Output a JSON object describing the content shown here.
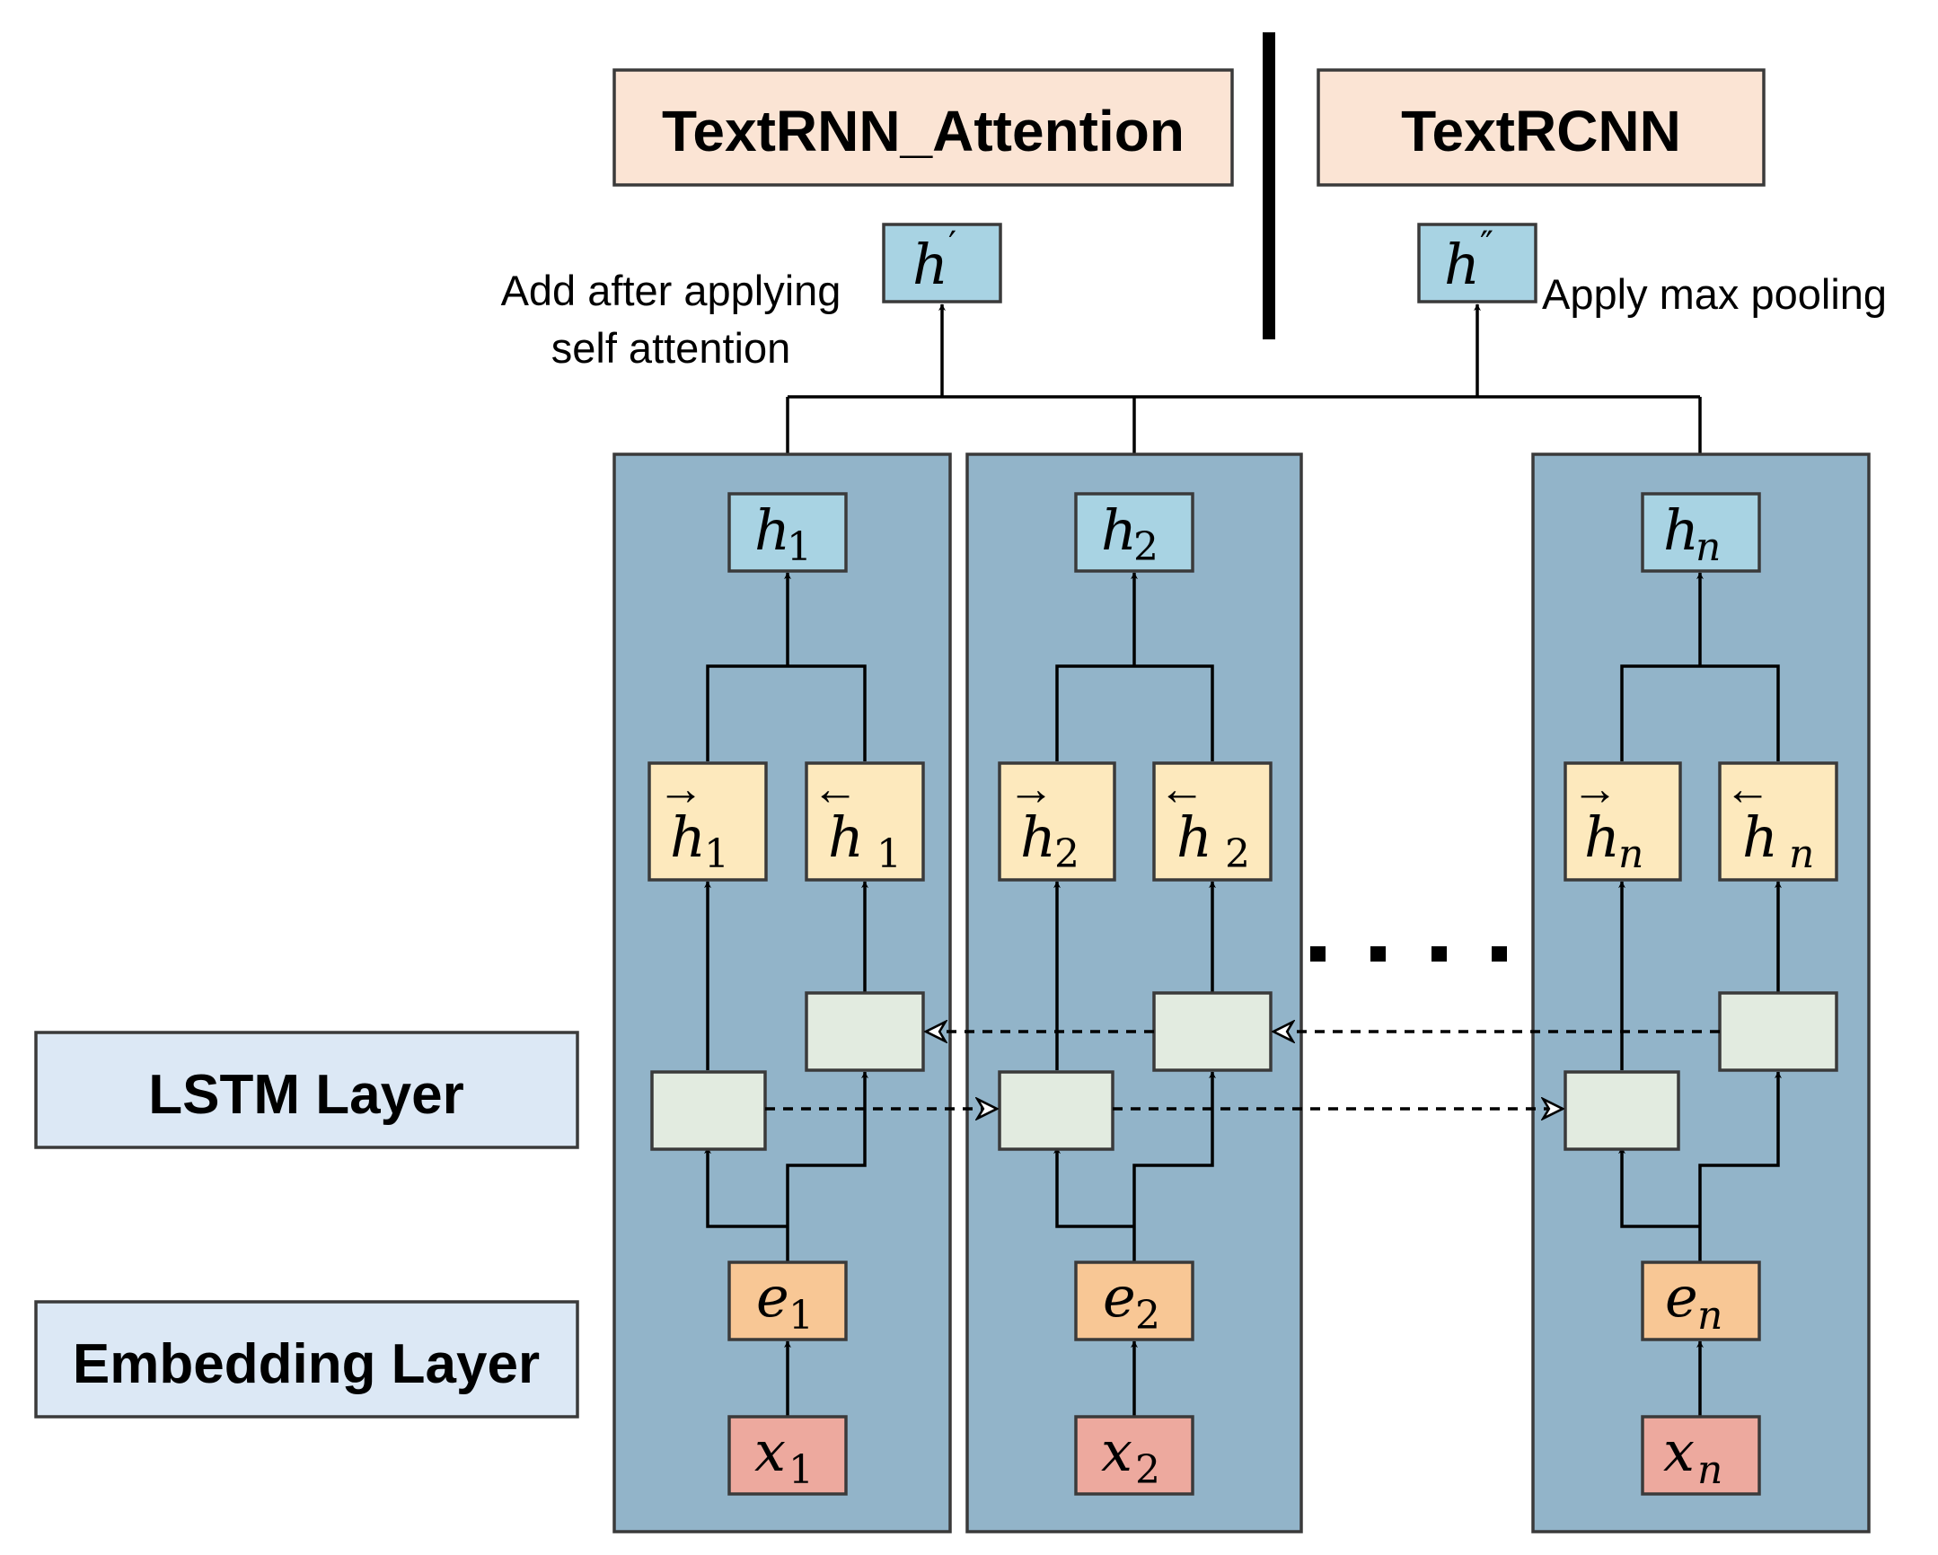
{
  "titles": {
    "left": "TextRNN_Attention",
    "right": "TextRCNN"
  },
  "outputs": {
    "attention": {
      "symbol": "h",
      "mark": "′"
    },
    "rcnn": {
      "symbol": "h",
      "mark": "″"
    }
  },
  "annotations": {
    "attention_line1": "Add after applying",
    "attention_line2": "self attention",
    "rcnn": "Apply max pooling"
  },
  "layers": {
    "lstm": "LSTM Layer",
    "embedding": "Embedding Layer"
  },
  "columns": [
    {
      "index": "1",
      "hidden": "h",
      "embedding": "e",
      "input": "x",
      "forward_sub": "1",
      "backward_sub": "1"
    },
    {
      "index": "2",
      "hidden": "h",
      "embedding": "e",
      "input": "x",
      "forward_sub": "2",
      "backward_sub": "2"
    },
    {
      "index": "n",
      "hidden": "h",
      "embedding": "e",
      "input": "x",
      "forward_sub": "n",
      "backward_sub": "n"
    }
  ],
  "ellipsis": ". . . .",
  "colors": {
    "column_bg": "#92b4c9",
    "hidden_box": "#a8d3e3",
    "direction_box": "#fde9bd",
    "lstm_cell": "#e2ebe0",
    "embedding_box": "#f8c795",
    "input_box": "#eda99e",
    "title_box": "#fbe4d4",
    "layer_box": "#dce8f5"
  }
}
